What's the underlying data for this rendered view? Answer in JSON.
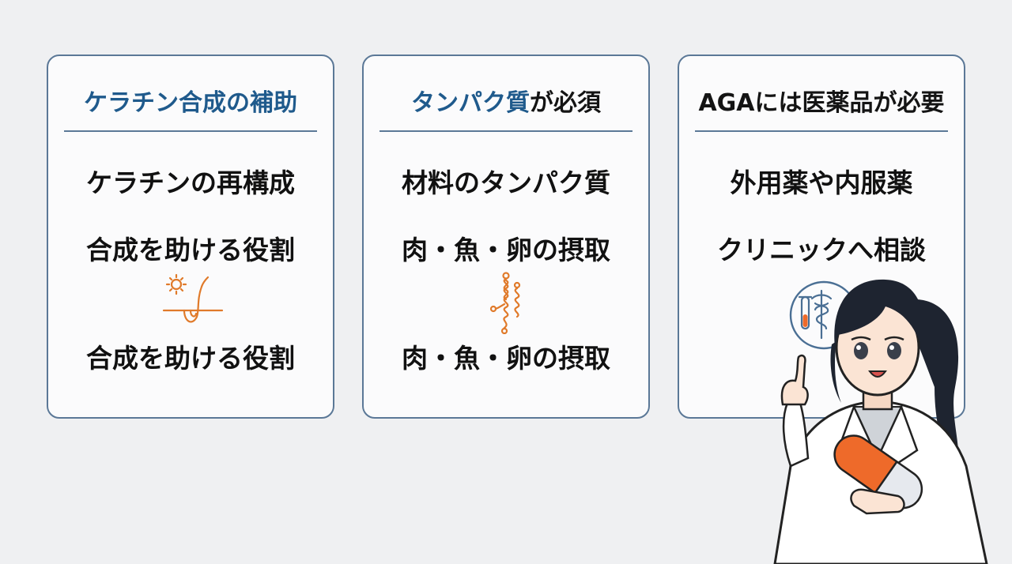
{
  "cards": [
    {
      "title": "ケラチン合成の補助",
      "lines": [
        "ケラチンの再構成",
        "合成を助ける役割",
        "合成を助ける役割"
      ],
      "icon": "hair-follicle-icon"
    },
    {
      "title_accent": "タンパク質",
      "title_rest": "が必須",
      "lines": [
        "材料のタンパク質",
        "肉・魚・卵の摂取",
        "肉・魚・卵の摂取"
      ],
      "icon": "protein-helix-icon"
    },
    {
      "title": "AGAには医薬品が必要",
      "lines": [
        "外用薬や内服薬",
        "クリニックへ相談"
      ],
      "icon": "medicine-caduceus-icon"
    }
  ],
  "colors": {
    "accent_blue": "#1f5a8c",
    "border": "#5b7897",
    "icon_orange": "#e07a2a",
    "capsule_orange": "#ee6a2a"
  }
}
